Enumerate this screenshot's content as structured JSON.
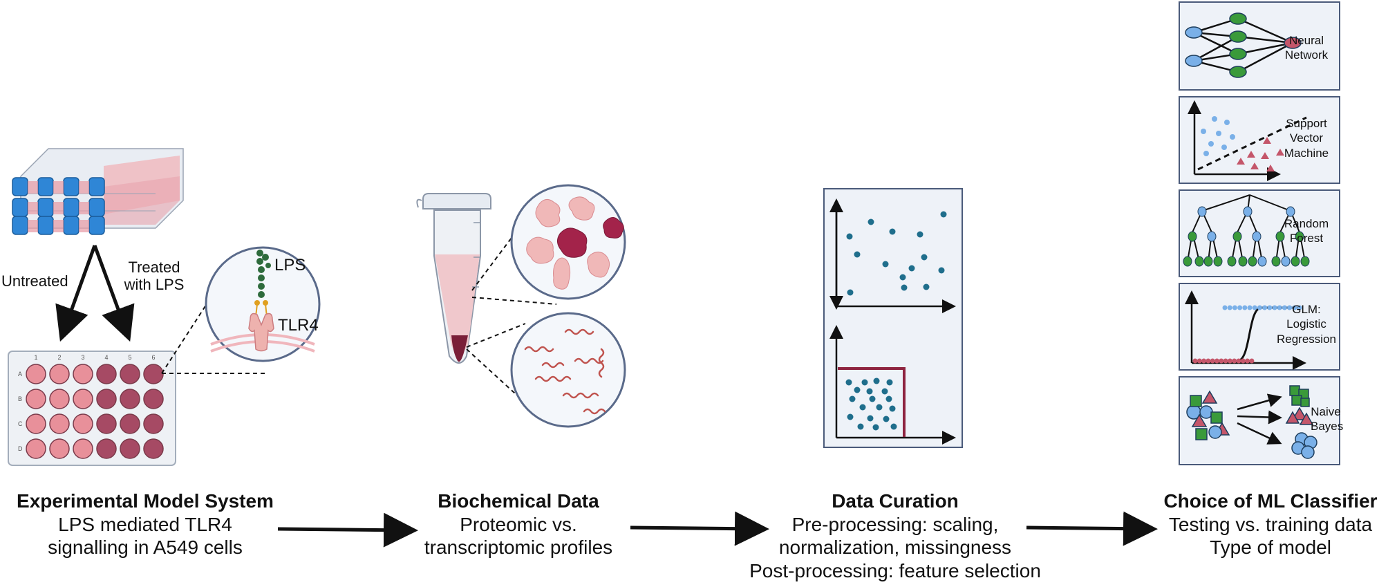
{
  "stages": [
    {
      "title": "Experimental Model System",
      "lines": [
        "LPS mediated TLR4",
        "signalling in A549 cells"
      ]
    },
    {
      "title": "Biochemical Data",
      "lines": [
        "Proteomic vs.",
        "transcriptomic profiles"
      ]
    },
    {
      "title": "Data Curation",
      "lines": [
        "Pre-processing: scaling,",
        "normalization, missingness",
        "Post-processing: feature selection"
      ]
    },
    {
      "title": "Choice of ML Classifier",
      "lines": [
        "Testing vs. training data",
        "Type of model"
      ]
    }
  ],
  "treatment": {
    "untreated": "Untreated",
    "treated": [
      "Treated",
      "with LPS"
    ]
  },
  "receptor": {
    "ligand": "LPS",
    "receptor": "TLR4"
  },
  "plate": {
    "columns": [
      "1",
      "2",
      "3",
      "4",
      "5",
      "6"
    ],
    "rows": [
      "A",
      "B",
      "C",
      "D"
    ]
  },
  "classifiers": [
    {
      "name": [
        "Neural",
        "Network"
      ]
    },
    {
      "name": [
        "Support",
        "Vector",
        "Machine"
      ]
    },
    {
      "name": [
        "Random",
        "Forest"
      ]
    },
    {
      "name": [
        "GLM:",
        "Logistic",
        "Regression"
      ]
    },
    {
      "name": [
        "Naive",
        "Bayes"
      ]
    }
  ],
  "colors": {
    "panel_bg": "#eef2f8",
    "panel_border": "#4a5a7a",
    "teal_dot": "#1f6e8c",
    "maroon": "#8e2440",
    "pink_well": "#e8909a",
    "dark_well": "#a64a64",
    "blue_node": "#7ab0e8",
    "green_node": "#3a9a3a",
    "flask_cap": "#2f86d6",
    "medium": "#f0b6bc"
  }
}
